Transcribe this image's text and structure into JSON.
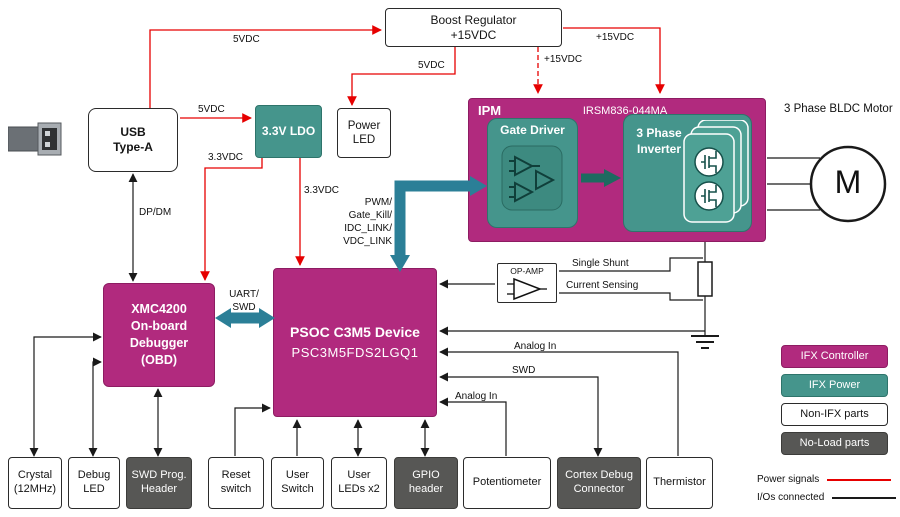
{
  "palette": {
    "magenta": "#b12a7e",
    "teal": "#45958c",
    "dark_gray": "#575755",
    "power_red": "#e60000",
    "io_black": "#1a1a1a",
    "bus_teal": "#2b7f97"
  },
  "boxes": {
    "boost": {
      "label": "Boost Regulator\n+15VDC"
    },
    "usb": {
      "label": "USB\nType-A"
    },
    "ldo": {
      "label": "3.3V LDO"
    },
    "power_led": {
      "label": "Power\nLED"
    },
    "ipm": {
      "title": "IPM",
      "part": "IRSM836-044MA"
    },
    "gate_driver": {
      "label": "Gate Driver"
    },
    "inverter": {
      "label": "3 Phase\nInverter"
    },
    "motor": {
      "label": "3 Phase BLDC Motor",
      "symbol": "M"
    },
    "obd": {
      "label": "XMC4200\nOn-board\nDebugger\n(OBD)"
    },
    "psoc": {
      "line1": "PSOC C3M5 Device",
      "line2": "PSC3M5FDS2LGQ1"
    },
    "opamp": {
      "label": "OP-AMP"
    }
  },
  "wire_labels": {
    "vdc5_usb_boost": "5VDC",
    "vdc5_boost_led": "5VDC",
    "vdc5_usb_ldo": "5VDC",
    "vdc33_ldo_obd": "3.3VDC",
    "vdc33_ldo_psoc": "3.3VDC",
    "p15_dashed": "+15VDC",
    "p15_right": "+15VDC",
    "dp_dm": "DP/DM",
    "uart_swd": "UART/\nSWD",
    "pwm_bus": "PWM/\nGate_Kill/\nIDC_LINK/\nVDC_LINK",
    "single_shunt": "Single Shunt",
    "current_sensing": "Current Sensing",
    "analog_in_top": "Analog In",
    "swd": "SWD",
    "analog_in_bottom": "Analog In"
  },
  "bottom_row": [
    {
      "label": "Crystal\n(12MHz)",
      "variant": "plain"
    },
    {
      "label": "Debug\nLED",
      "variant": "plain"
    },
    {
      "label": "SWD Prog.\nHeader",
      "variant": "dark"
    },
    {
      "label": "Reset\nswitch",
      "variant": "plain"
    },
    {
      "label": "User\nSwitch",
      "variant": "plain"
    },
    {
      "label": "User\nLEDs x2",
      "variant": "plain"
    },
    {
      "label": "GPIO\nheader",
      "variant": "dark"
    },
    {
      "label": "Potentiometer",
      "variant": "plain"
    },
    {
      "label": "Cortex Debug\nConnector",
      "variant": "dark"
    },
    {
      "label": "Thermistor",
      "variant": "plain"
    }
  ],
  "legend": {
    "items": [
      {
        "label": "IFX Controller",
        "variant": "magenta"
      },
      {
        "label": "IFX Power",
        "variant": "teal"
      },
      {
        "label": "Non-IFX parts",
        "variant": "plain"
      },
      {
        "label": "No-Load parts",
        "variant": "dark"
      }
    ],
    "power_signals": "Power signals",
    "ios_connected": "I/Os connected"
  }
}
